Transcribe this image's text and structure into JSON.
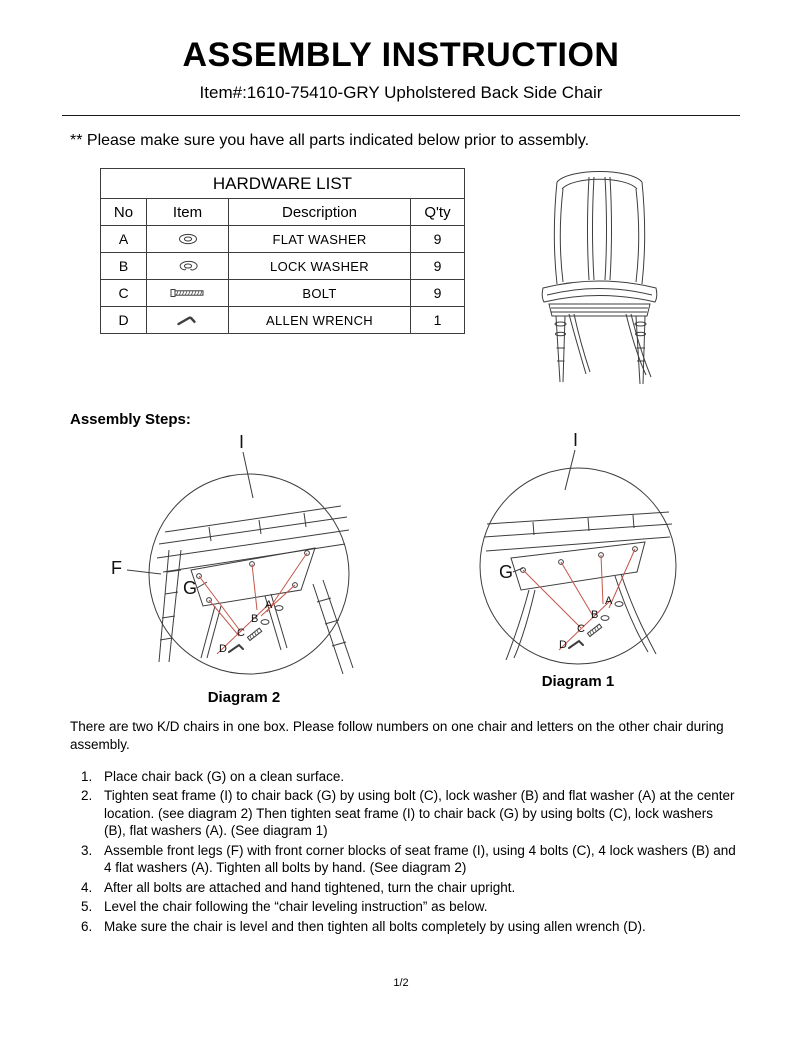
{
  "page": {
    "title": "ASSEMBLY INSTRUCTION",
    "subtitle": "Item#:1610-75410-GRY Upholstered Back Side Chair",
    "note": "** Please make sure you have all parts indicated below prior to assembly.",
    "page_number": "1/2"
  },
  "hardware_table": {
    "title": "HARDWARE LIST",
    "headers": [
      "No",
      "Item",
      "Description",
      "Q'ty"
    ],
    "rows": [
      {
        "no": "A",
        "icon": "flat-washer-icon",
        "description": "FLAT WASHER",
        "qty": "9"
      },
      {
        "no": "B",
        "icon": "lock-washer-icon",
        "description": "LOCK WASHER",
        "qty": "9"
      },
      {
        "no": "C",
        "icon": "bolt-icon",
        "description": "BOLT",
        "qty": "9"
      },
      {
        "no": "D",
        "icon": "allen-wrench-icon",
        "description": "ALLEN WRENCH",
        "qty": "1"
      }
    ]
  },
  "assembly": {
    "steps_label": "Assembly Steps:",
    "intro": "There are two K/D chairs in one box. Please follow numbers on one chair and letters on the other chair during assembly.",
    "steps": [
      "Place chair back (G) on a clean surface.",
      "Tighten seat frame (I) to chair back (G) by using bolt (C), lock washer (B) and flat washer (A) at the center location. (see diagram 2) Then tighten seat frame (I) to chair back (G) by using bolts (C), lock washers (B), flat washers (A). (See diagram 1)",
      "Assemble front legs (F) with front corner blocks of seat frame (I), using 4 bolts (C), 4 lock washers (B) and 4 flat washers (A). Tighten all bolts by hand. (See diagram 2)",
      "After all bolts are attached and hand tightened, turn the chair upright.",
      "Level the chair following the “chair leveling instruction” as below.",
      "Make sure the chair is level and then tighten all bolts completely by using allen wrench (D)."
    ]
  },
  "diagrams": {
    "left": {
      "caption": "Diagram 2",
      "labels": {
        "top": "I",
        "side": "F",
        "inner": "G"
      },
      "stack": [
        "A",
        "B",
        "C",
        "D"
      ]
    },
    "right": {
      "caption": "Diagram 1",
      "labels": {
        "top": "I",
        "inner": "G"
      },
      "stack": [
        "A",
        "B",
        "C",
        "D"
      ]
    }
  },
  "colors": {
    "callout_red": "#c4564a",
    "line_ink": "#3d3d3d"
  }
}
